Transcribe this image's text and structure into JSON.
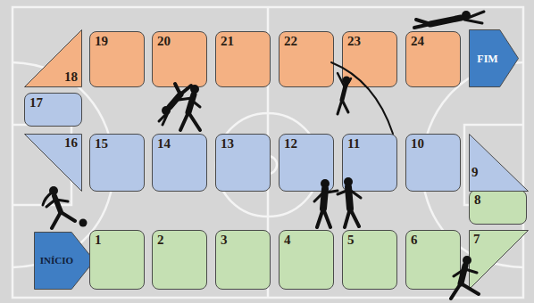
{
  "diagram": {
    "nodes": [
      {
        "text": [
          "INÍCIO"
        ]
      },
      {
        "text": [
          "1"
        ]
      },
      {
        "text": [
          "2"
        ]
      },
      {
        "text": [
          "3"
        ]
      },
      {
        "text": [
          "4"
        ]
      },
      {
        "text": [
          "5"
        ]
      },
      {
        "text": [
          "6"
        ]
      },
      {
        "text": [
          "7"
        ]
      },
      {
        "text": [
          "8"
        ]
      },
      {
        "text": [
          "9"
        ]
      },
      {
        "text": [
          "10"
        ]
      },
      {
        "text": [
          "11"
        ]
      },
      {
        "text": [
          "12"
        ]
      },
      {
        "text": [
          "13"
        ]
      },
      {
        "text": [
          "14"
        ]
      },
      {
        "text": [
          "15"
        ]
      },
      {
        "text": [
          "16"
        ]
      },
      {
        "text": [
          "17"
        ]
      },
      {
        "text": [
          "18"
        ]
      },
      {
        "text": [
          "19"
        ]
      },
      {
        "text": [
          "20"
        ]
      },
      {
        "text": [
          "21"
        ]
      },
      {
        "text": [
          "22"
        ]
      },
      {
        "text": [
          "23"
        ]
      },
      {
        "text": [
          "24"
        ]
      },
      {
        "text": [
          "FIM"
        ]
      }
    ],
    "edges": []
  }
}
